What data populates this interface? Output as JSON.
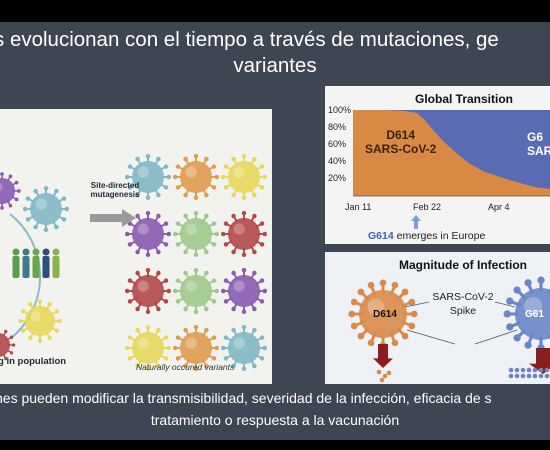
{
  "slide": {
    "title_line1": "s evolucionan con el tiempo a través de mutaciones, ge",
    "title_line2": "variantes",
    "bottom_line1": "nes pueden modificar la transmisibilidad, severidad de la infección, eficacia de s",
    "bottom_line2": "tratamiento o respuesta a la vacunación"
  },
  "left_figure": {
    "site_directed_label": "Site-directed mutagenesis",
    "population_label": "g in population",
    "natural_label": "Naturally occured variants",
    "colors": {
      "teal": "#7fb8c4",
      "purple": "#8a5ab0",
      "yellow": "#e7d85a",
      "green": "#9cc98a",
      "red": "#b24848",
      "orange": "#e09b4d"
    }
  },
  "global_transition": {
    "title": "Global Transition",
    "y_ticks": [
      "100%",
      "80%",
      "60%",
      "40%",
      "20%"
    ],
    "x_ticks": [
      "Jan 11",
      "Feb 22",
      "Apr 4"
    ],
    "d614_line1": "D614",
    "d614_line2": "SARS-CoV-2",
    "g614_line1": "G6",
    "g614_line2": "SARS-",
    "emerge_g": "G614",
    "emerge_rest": " emerges in Europe",
    "colors": {
      "d614": "#d88a45",
      "g614": "#5b6ab4"
    }
  },
  "magnitude": {
    "title": "Magnitude of Infection",
    "spike_line1": "SARS-CoV-2",
    "spike_line2": "Spike",
    "left_virus": "D614",
    "right_virus": "G61",
    "colors": {
      "d614": "#d9894a",
      "g614": "#6a86c8",
      "arrow": "#8c1d1d"
    }
  }
}
